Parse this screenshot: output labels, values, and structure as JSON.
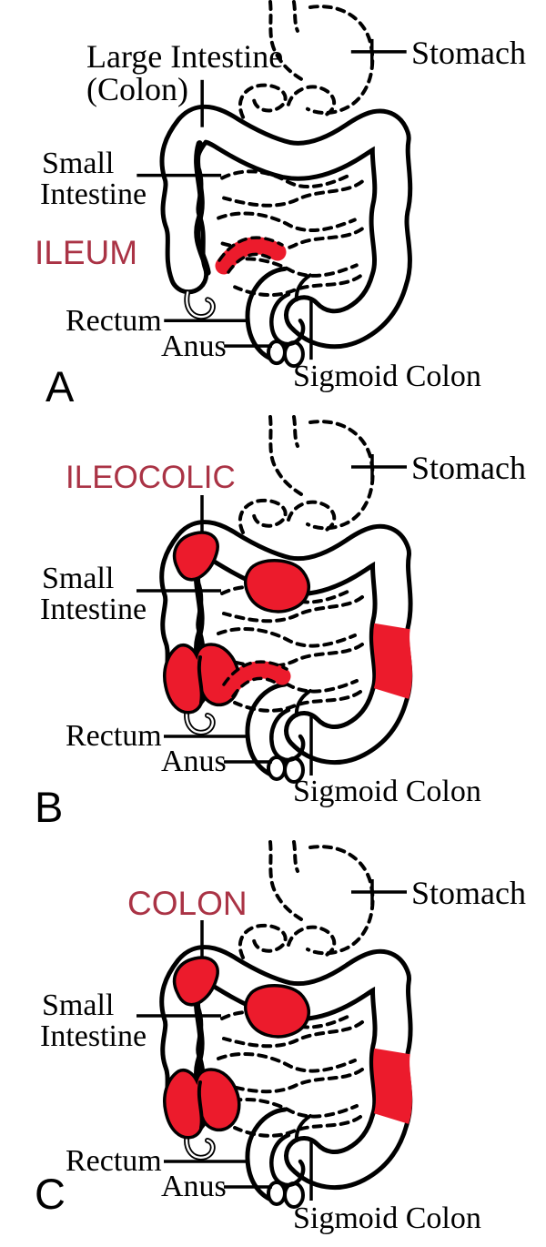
{
  "colors": {
    "highlight_red": "#EC1B2C",
    "title_crimson": "#AA3345",
    "line_black": "#000000",
    "background": "#FFFFFF"
  },
  "labels": {
    "large_intestine_line1": "Large Intestine",
    "large_intestine_line2": "(Colon)",
    "stomach": "Stomach",
    "small_intestine_line1": "Small",
    "small_intestine_line2": "Intestine",
    "rectum": "Rectum",
    "anus": "Anus",
    "sigmoid_colon": "Sigmoid Colon"
  },
  "panels": [
    {
      "letter": "A",
      "title": "ILEUM",
      "highlighted_regions": [
        "terminal-ileum"
      ]
    },
    {
      "letter": "B",
      "title": "ILEOCOLIC",
      "highlighted_regions": [
        "hepatic-flexure",
        "transverse-colon",
        "cecum",
        "terminal-ileum",
        "descending-colon"
      ]
    },
    {
      "letter": "C",
      "title": "COLON",
      "highlighted_regions": [
        "hepatic-flexure",
        "transverse-colon",
        "cecum",
        "descending-colon"
      ]
    }
  ]
}
